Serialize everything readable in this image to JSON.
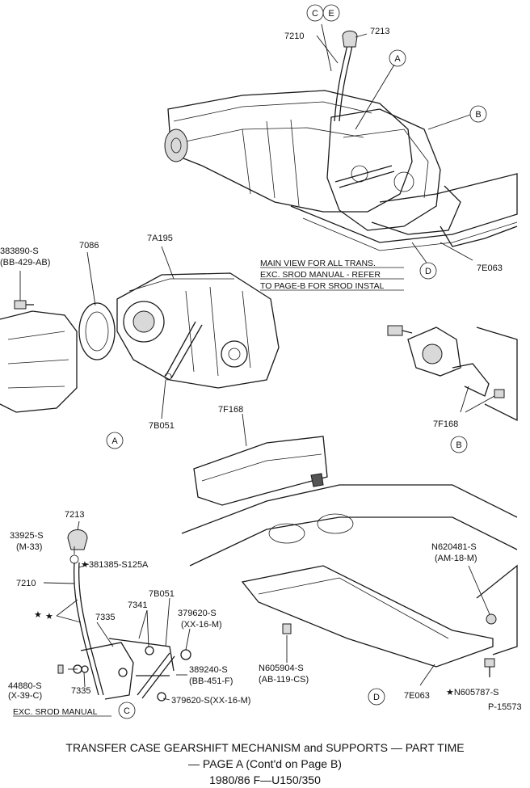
{
  "callouts": {
    "p7210_top": "7210",
    "p7213_top": "7213",
    "p383890": "383890-S",
    "p383890_sub": "(BB-429-AB)",
    "p7086": "7086",
    "p7A195": "7A195",
    "p7E063_top": "7E063",
    "p7B051_mid": "7B051",
    "p7F168_right": "7F168",
    "p7F168_mid": "7F168",
    "p7213_low": "7213",
    "p33925": "33925-S",
    "p33925_sub": "(M-33)",
    "p381385": "381385-S125A",
    "p7210_low": "7210",
    "p7B051_low": "7B051",
    "p7341": "7341",
    "p7335_a": "7335",
    "p379620_a": "379620-S",
    "p379620_a_sub": "(XX-16-M)",
    "p389240": "389240-S",
    "p389240_sub": "(BB-451-F)",
    "p44880": "44880-S",
    "p44880_sub": "(X-39-C)",
    "p7335_b": "7335",
    "p379620_b": "379620-S(XX-16-M)",
    "pN620481": "N620481-S",
    "pN620481_sub": "(AM-18-M)",
    "pN605904": "N605904-S",
    "pN605904_sub": "(AB-119-CS)",
    "p7E063_low": "7E063",
    "pN605787": "★N605787-S",
    "ref_number": "P-15573",
    "star_left": "★",
    "star_low": "★"
  },
  "circle_labels": {
    "C_top": "C",
    "E_top": "E",
    "A_top": "A",
    "B_top": "B",
    "D_top": "D",
    "A_mid": "A",
    "B_mid": "B",
    "C_low": "C",
    "D_low": "D"
  },
  "notes": {
    "main_view_1": "MAIN VIEW FOR ALL TRANS.",
    "main_view_2": "EXC. SROD MANUAL - REFER",
    "main_view_3": "TO PAGE-B FOR SROD INSTAL",
    "exc_srod": "EXC. SROD MANUAL"
  },
  "caption": {
    "line1": "TRANSFER CASE GEARSHIFT MECHANISM and SUPPORTS — PART TIME",
    "line2": "— PAGE A (Cont'd on Page B)",
    "line3": "1980/86 F—U150/350"
  }
}
